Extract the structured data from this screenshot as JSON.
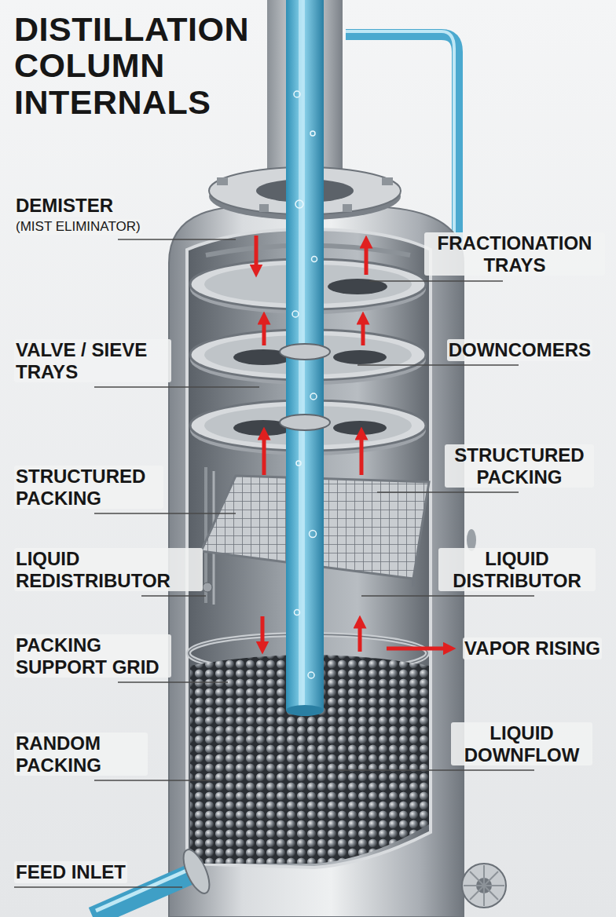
{
  "diagram": {
    "title": "DISTILLATION COLUMN INTERNALS",
    "labels": [
      "DEMISTER",
      "(MIST ELIMINATOR)",
      "FRACTIONATION TRAYS",
      "VALVE / SIEVE TRAYS",
      "DOWNCOMERS",
      "STRUCTURED PACKING",
      "STRUCTURED PACKING",
      "LIQUID REDISTRIBUTOR",
      "LIQUID DISTRIBUTOR",
      "PACKING SUPPORT GRID",
      "VAPOR RISING",
      "RANDOM PACKING",
      "LIQUID DOWNFLOW",
      "FEED INLET"
    ]
  }
}
